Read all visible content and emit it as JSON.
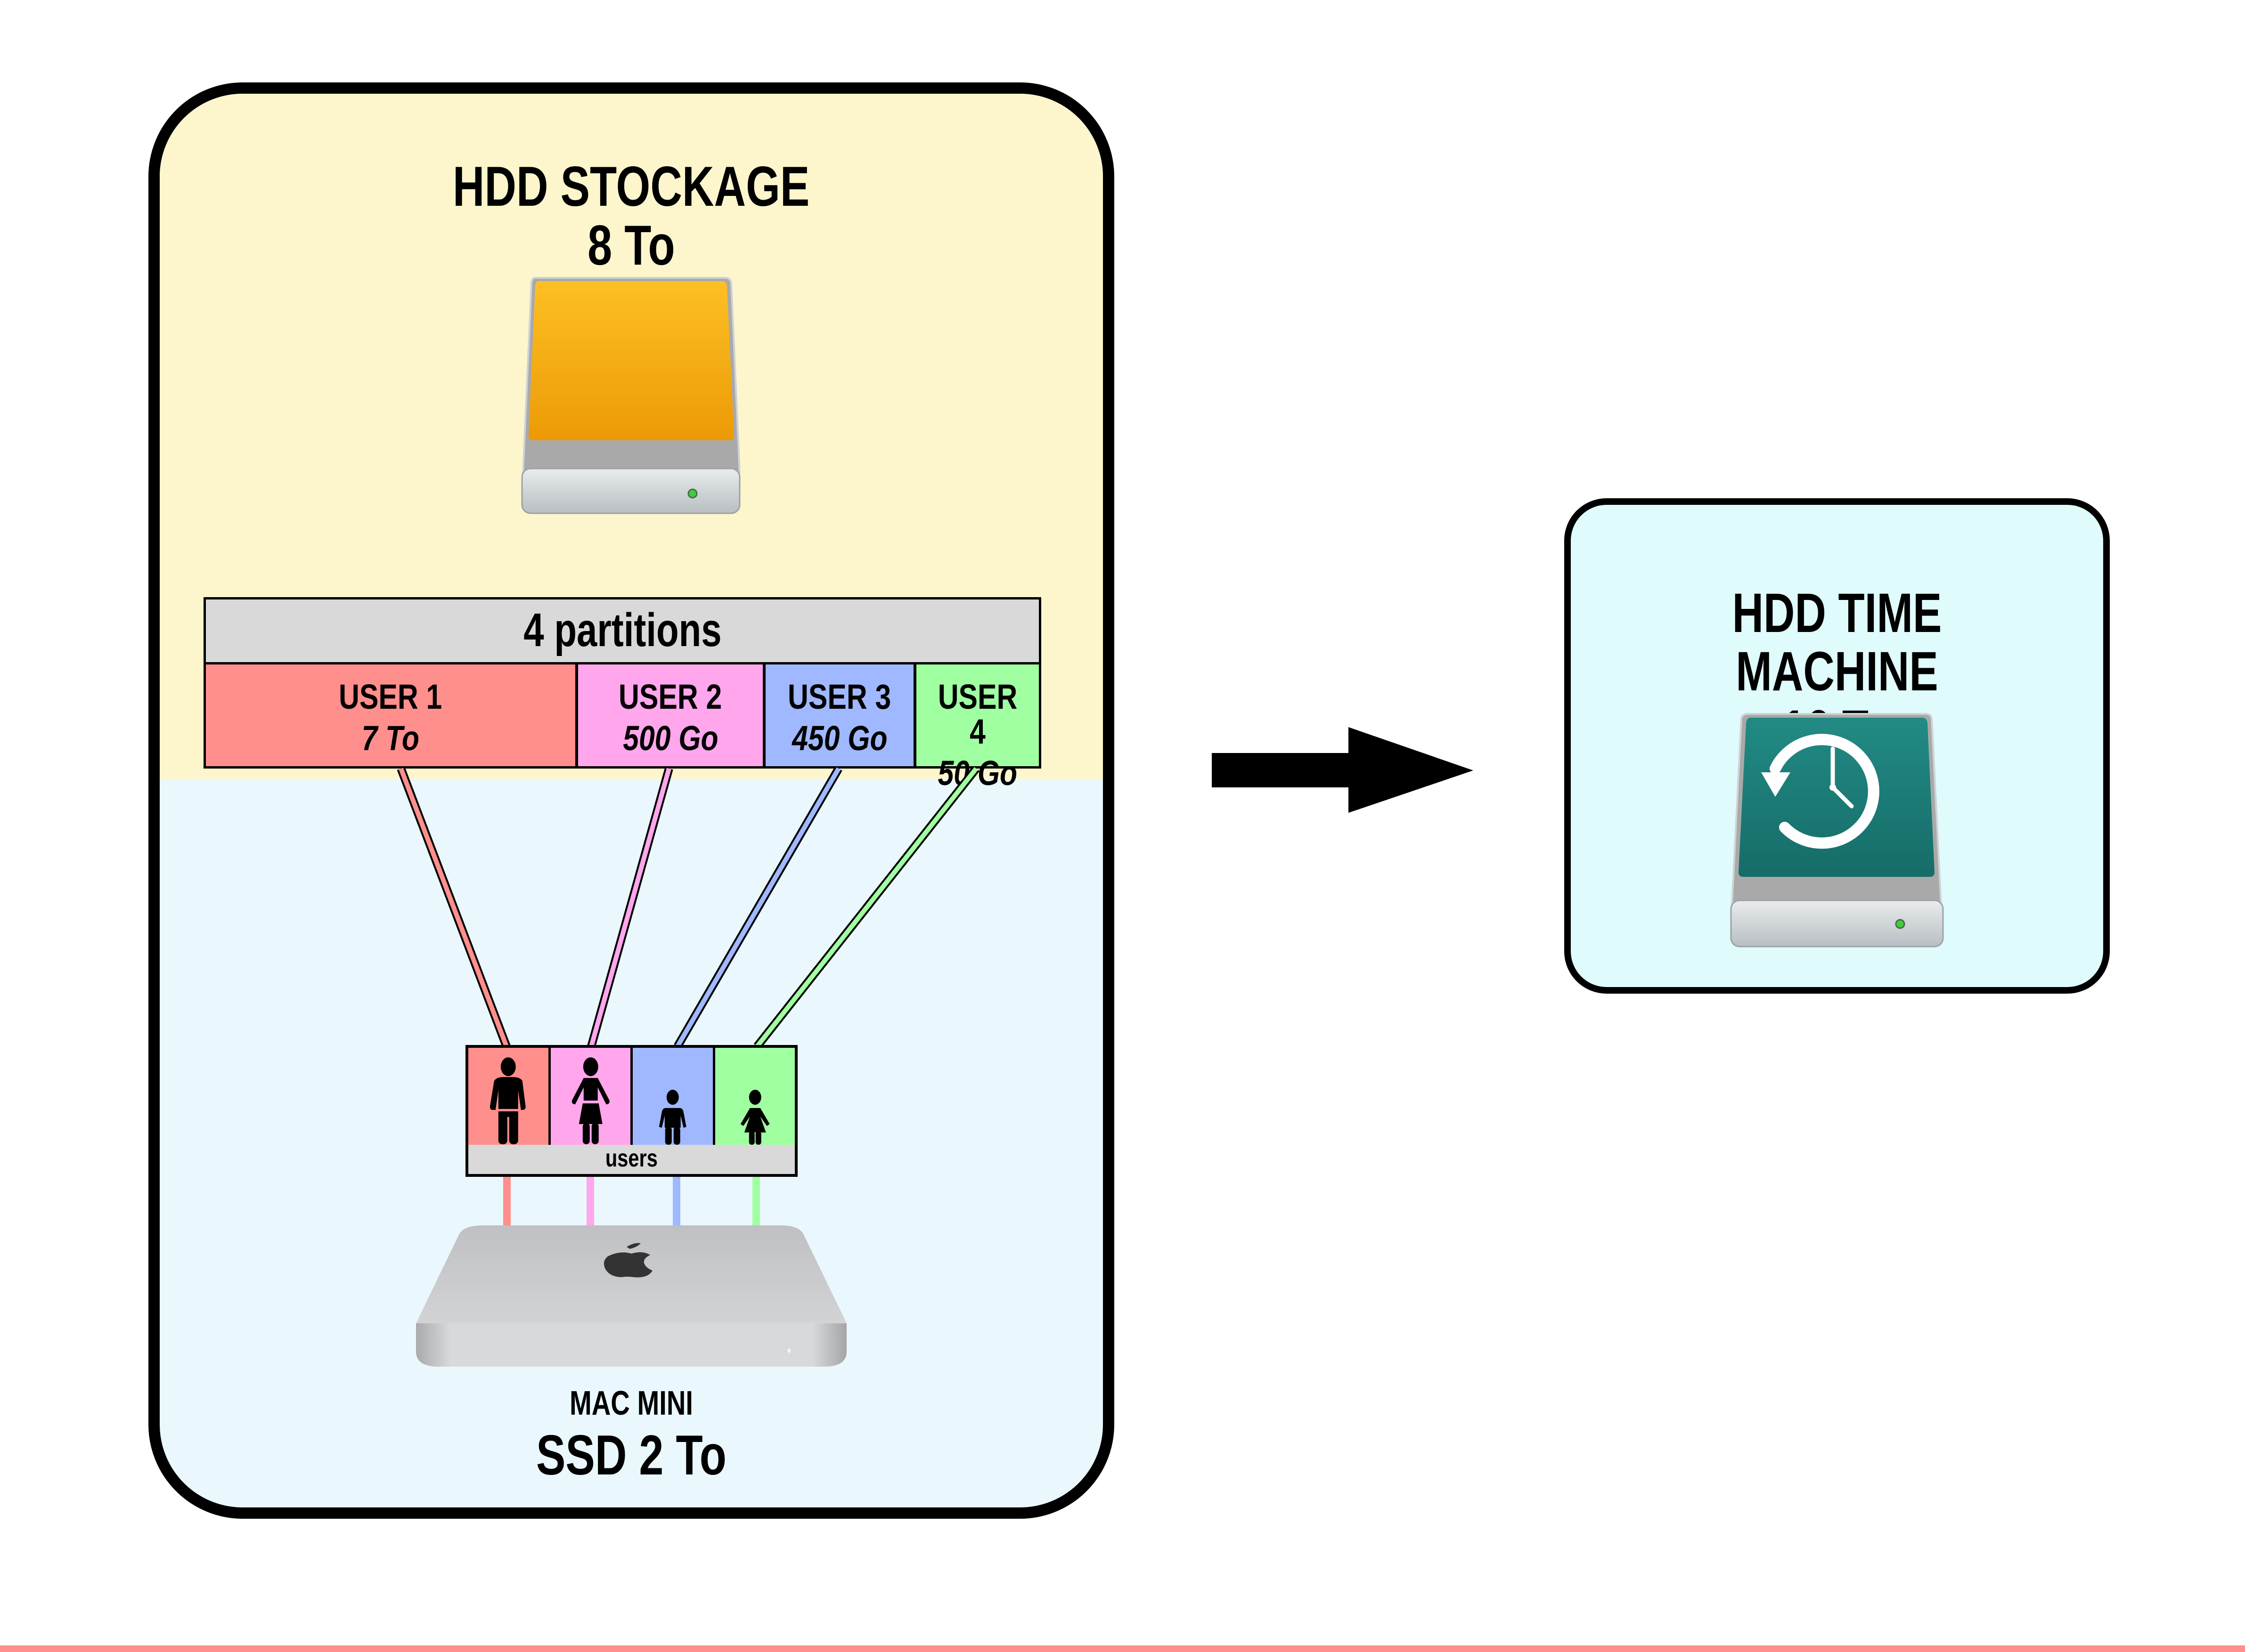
{
  "storage_panel": {
    "title": "HDD STOCKAGE",
    "capacity": "8 To",
    "icon": "external-hdd-orange-icon",
    "colors": {
      "top_bg": "#fdf6cd",
      "bottom_bg": "#eaf8fd",
      "drive_face": "#f5b51a"
    }
  },
  "partitions": {
    "header": "4 partitions",
    "items": [
      {
        "name": "USER 1",
        "size": "7 To",
        "color": "#ff8f8c",
        "share": 7000
      },
      {
        "name": "USER 2",
        "size": "500 Go",
        "color": "#ffa6ec",
        "share": 500
      },
      {
        "name": "USER 3",
        "size": "450 Go",
        "color": "#a0b8ff",
        "share": 450
      },
      {
        "name": "USER 4",
        "size": "50 Go",
        "color": "#a0ffa0",
        "share": 50
      }
    ]
  },
  "users": {
    "label": "users",
    "icons": [
      "man-icon",
      "woman-icon",
      "boy-icon",
      "girl-icon"
    ]
  },
  "computer": {
    "name": "MAC MINI",
    "storage": "SSD 2 To",
    "icon": "mac-mini-icon"
  },
  "arrow": {
    "icon": "right-arrow-icon"
  },
  "time_machine_panel": {
    "title": "HDD TIME MACHINE",
    "capacity": "16 To",
    "icon": "time-machine-hdd-icon",
    "colors": {
      "bg": "#dffbfb",
      "drive_face": "#1e7e78"
    }
  }
}
